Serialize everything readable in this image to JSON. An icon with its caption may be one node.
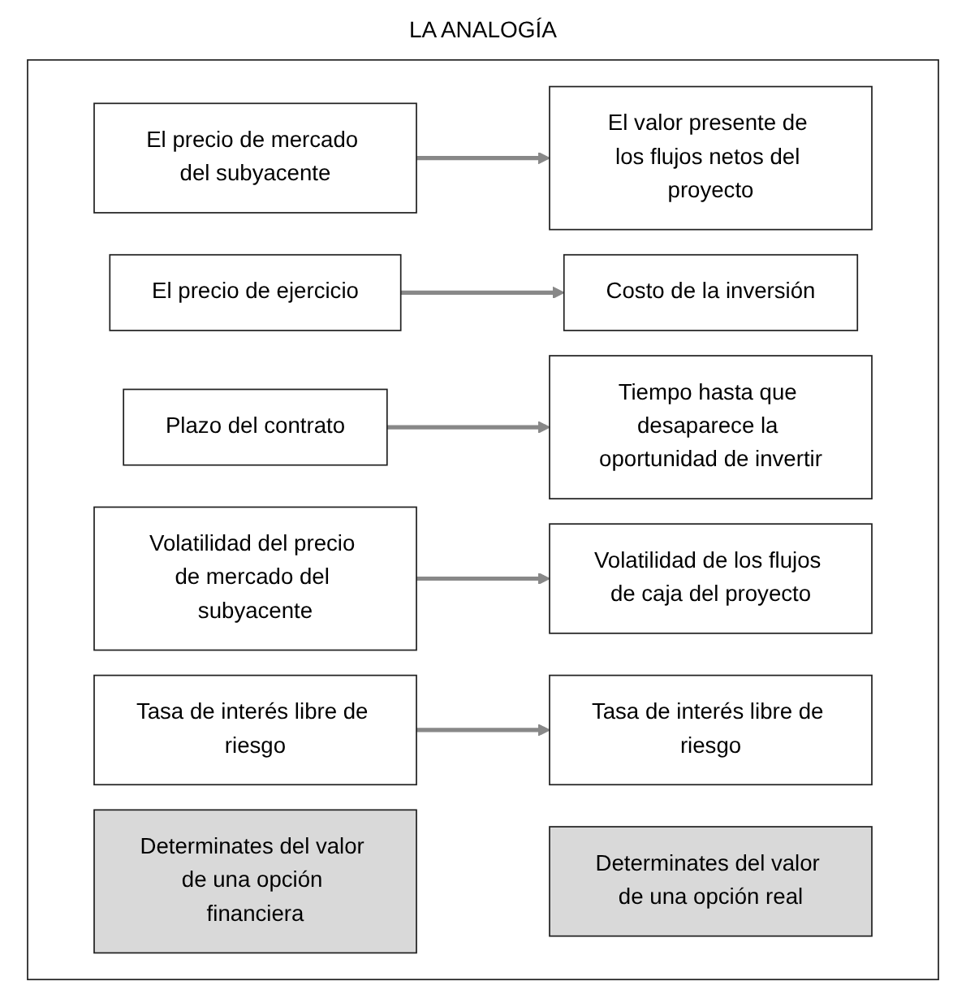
{
  "diagram": {
    "title": "LA ANALOGÍA",
    "nodes": [
      {
        "text": [],
        "shape": "box"
      },
      {
        "text": [
          "Determinates del valor de una opción financiera"
        ],
        "in": 0
      },
      {
        "text": [
          "Determinates del valor de una opción real"
        ],
        "in": 0
      },
      {
        "text": [
          "El precio de mercado del subyacente"
        ],
        "in": 0
      },
      {
        "text": [
          "El valor presente de los flujos netos del proyecto"
        ],
        "in": 0
      },
      {
        "text": [
          "El precio de ejercicio"
        ],
        "in": 0
      },
      {
        "text": [
          "Costo de la inversión"
        ],
        "in": 0
      },
      {
        "text": [
          "Plazo del contrato"
        ],
        "in": 0
      },
      {
        "text": [
          "Tiempo hasta que desaparece la oportunidad de invertir"
        ],
        "in": 0
      },
      {
        "text": [
          "Volatilidad del precio de mercado del subyacente"
        ],
        "in": 0
      },
      {
        "text": [
          "Volatilidad de los flujos de caja del proyecto"
        ],
        "in": 0
      },
      {
        "text": [
          "Tasa de interés libre de riesgo"
        ],
        "in": 0
      },
      {
        "text": [
          "Tasa de interés libre de riesgo"
        ],
        "in": 0
      }
    ],
    "edges": [
      {
        "from": 3,
        "to": 4,
        "arrow": "to"
      },
      {
        "from": 5,
        "to": 6,
        "arrow": "to"
      },
      {
        "from": 7,
        "to": 8,
        "arrow": "to"
      },
      {
        "from": 9,
        "to": 10,
        "arrow": "to"
      },
      {
        "from": 11,
        "to": 12,
        "arrow": "to"
      }
    ]
  }
}
